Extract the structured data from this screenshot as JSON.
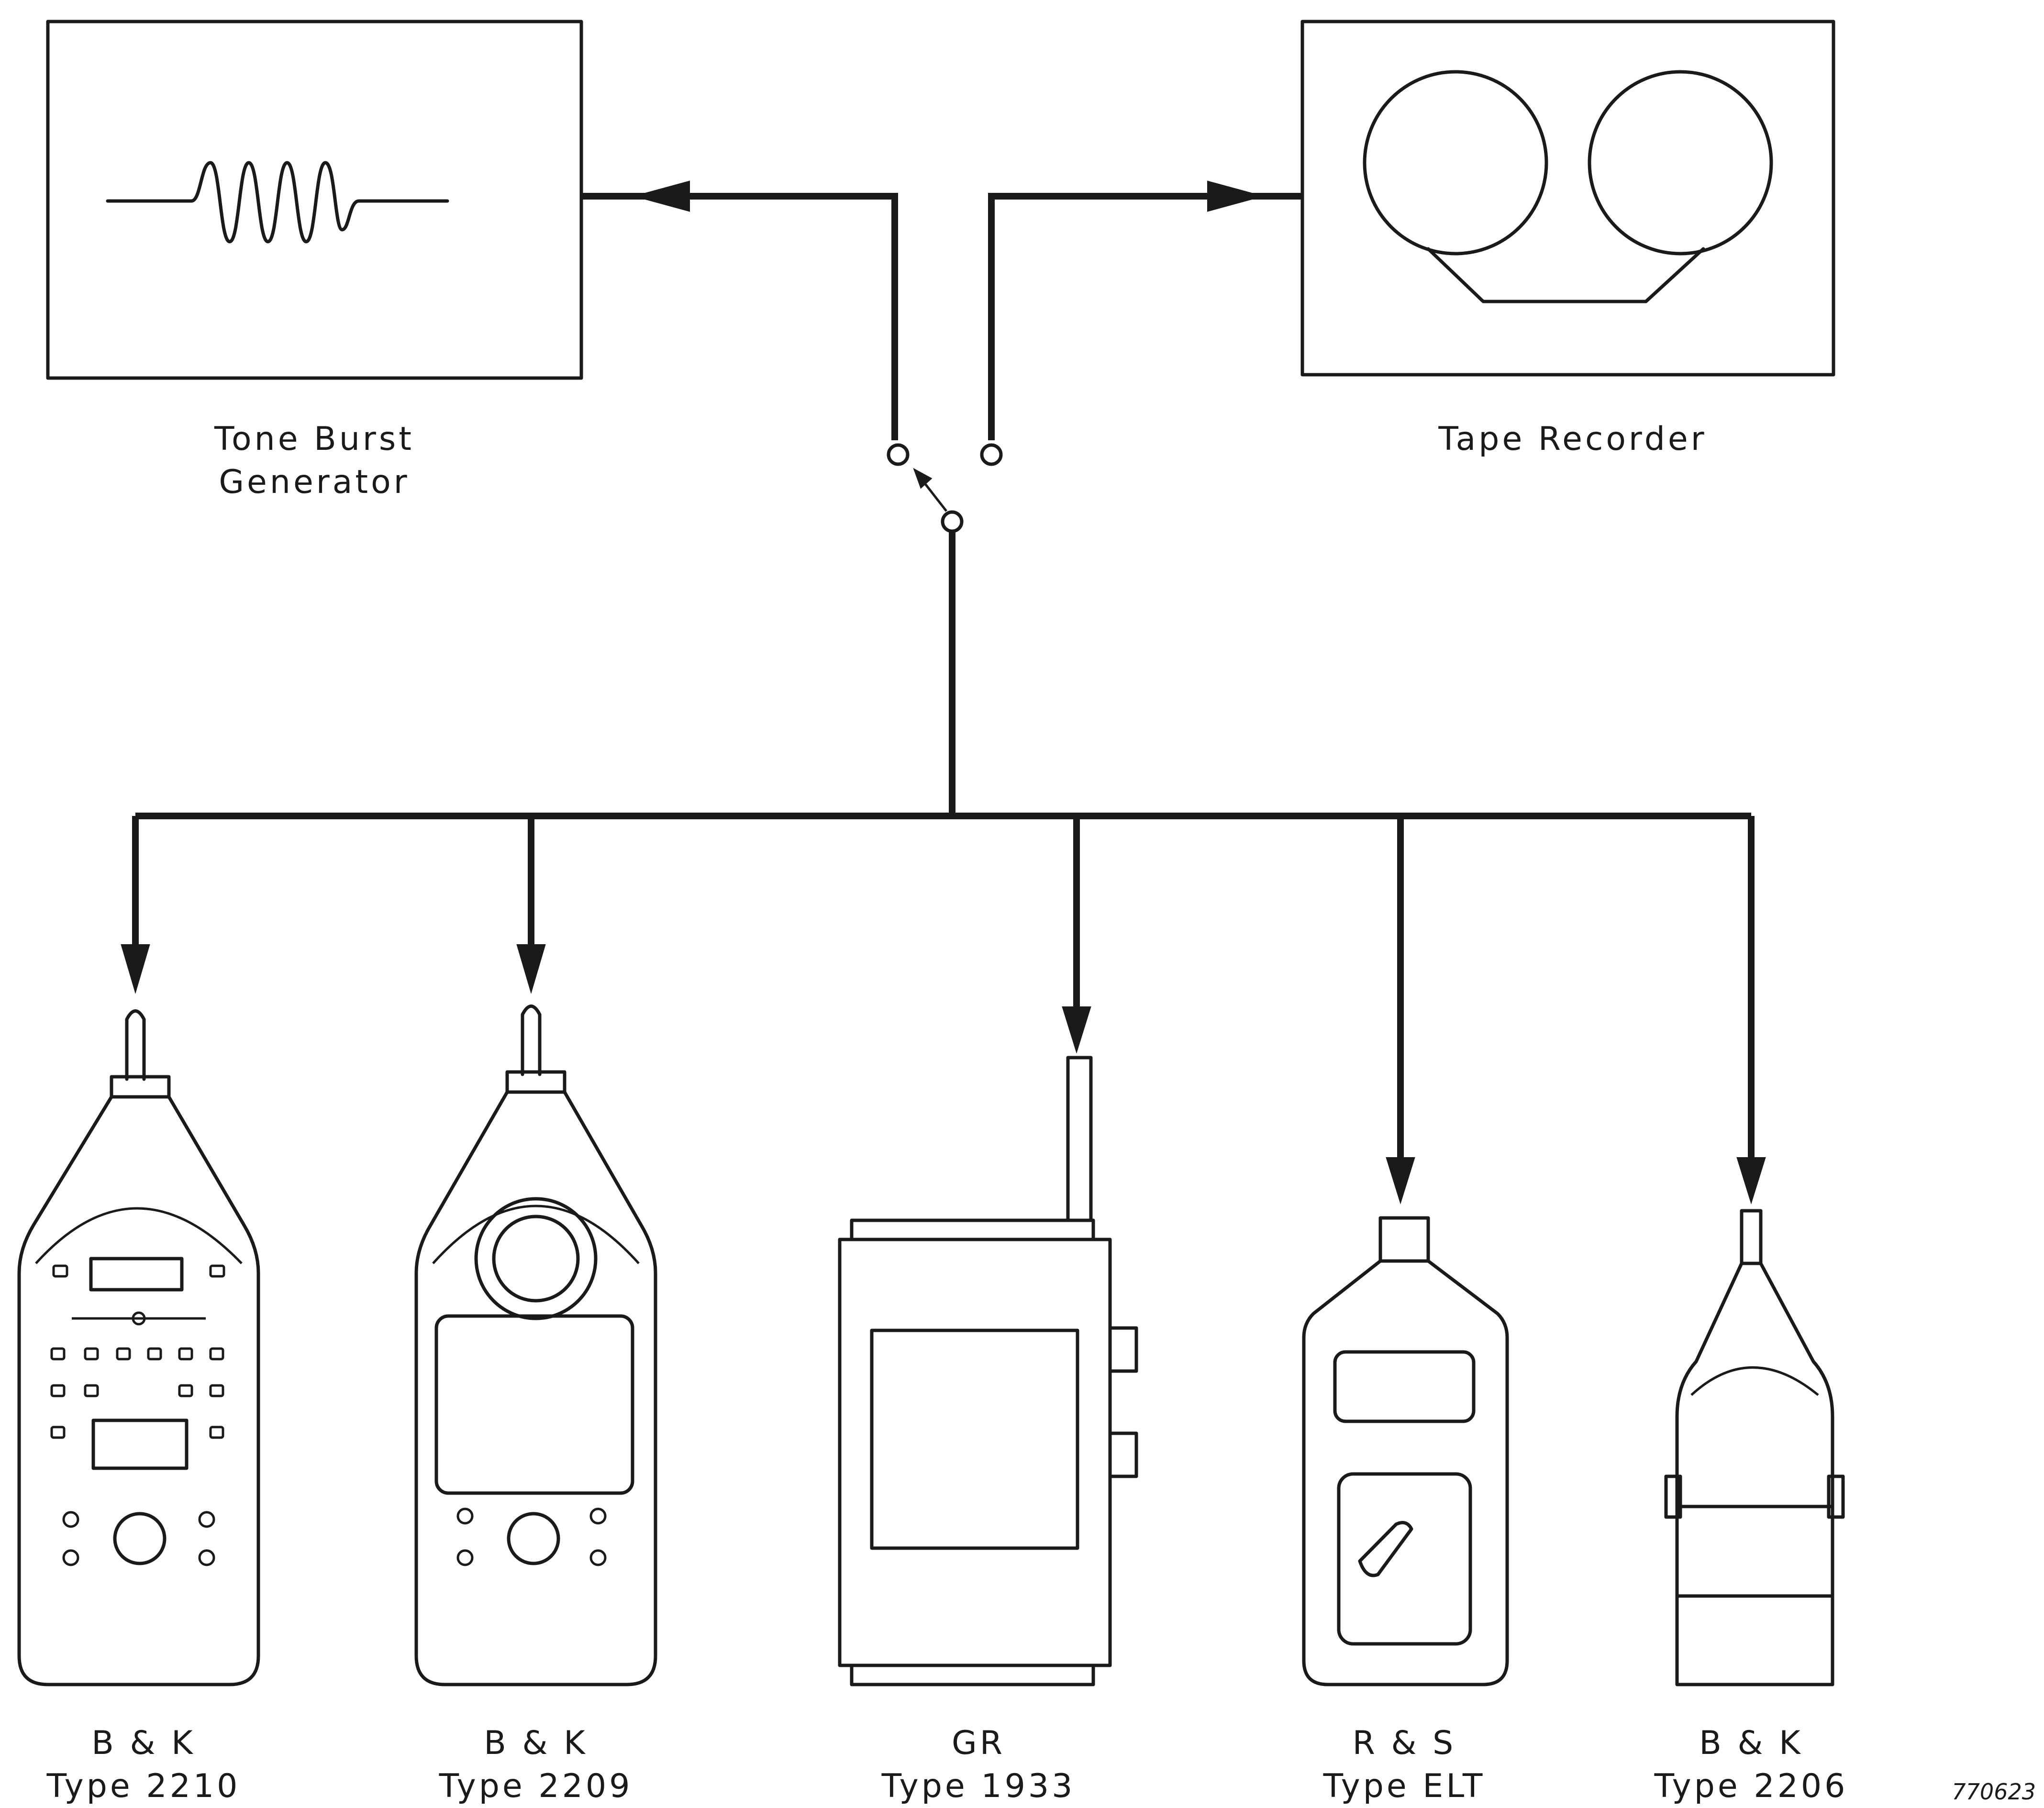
{
  "sources": {
    "tone_burst_generator": {
      "line1": "Tone Burst",
      "line2": "Generator"
    },
    "tape_recorder": {
      "label": "Tape Recorder"
    }
  },
  "meters": [
    {
      "make": "B & K",
      "type": "Type 2210"
    },
    {
      "make": "B & K",
      "type": "Type 2209"
    },
    {
      "make": "GR",
      "type": "Type 1933"
    },
    {
      "make": "R & S",
      "type": "Type ELT"
    },
    {
      "make": "B & K",
      "type": "Type 2206"
    }
  ],
  "figure_number": "770623"
}
